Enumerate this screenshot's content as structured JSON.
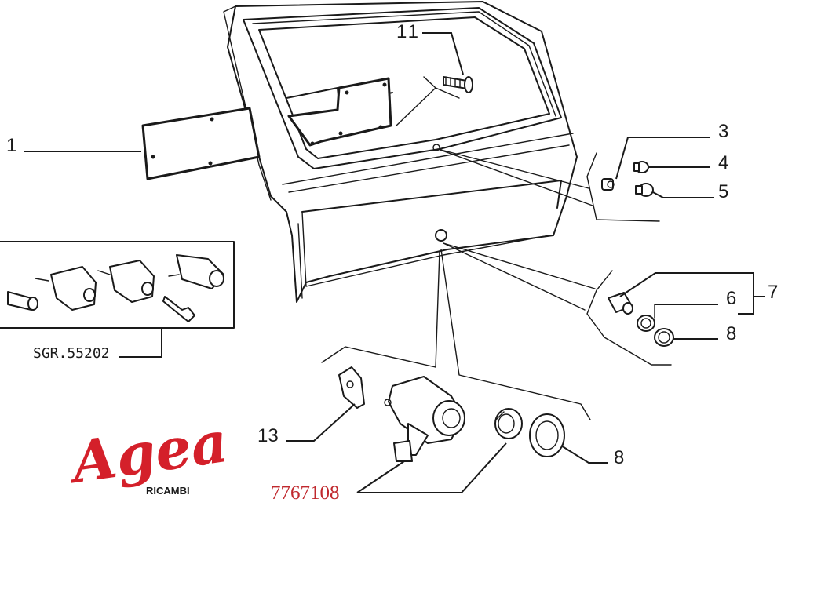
{
  "callouts": {
    "c1": "1",
    "c3": "3",
    "c4": "4",
    "c5": "5",
    "c6": "6",
    "c7": "7",
    "c8a": "8",
    "c8b": "8",
    "c11": "11",
    "c13": "13"
  },
  "kit": {
    "label": "SGR.55202"
  },
  "part_number": {
    "text": "7767108",
    "color": "#c0282d"
  },
  "brand": {
    "name": "Agea",
    "subtitle": "RICAMBI",
    "color": "#d4202a"
  },
  "line_color": "#1a1a1a"
}
